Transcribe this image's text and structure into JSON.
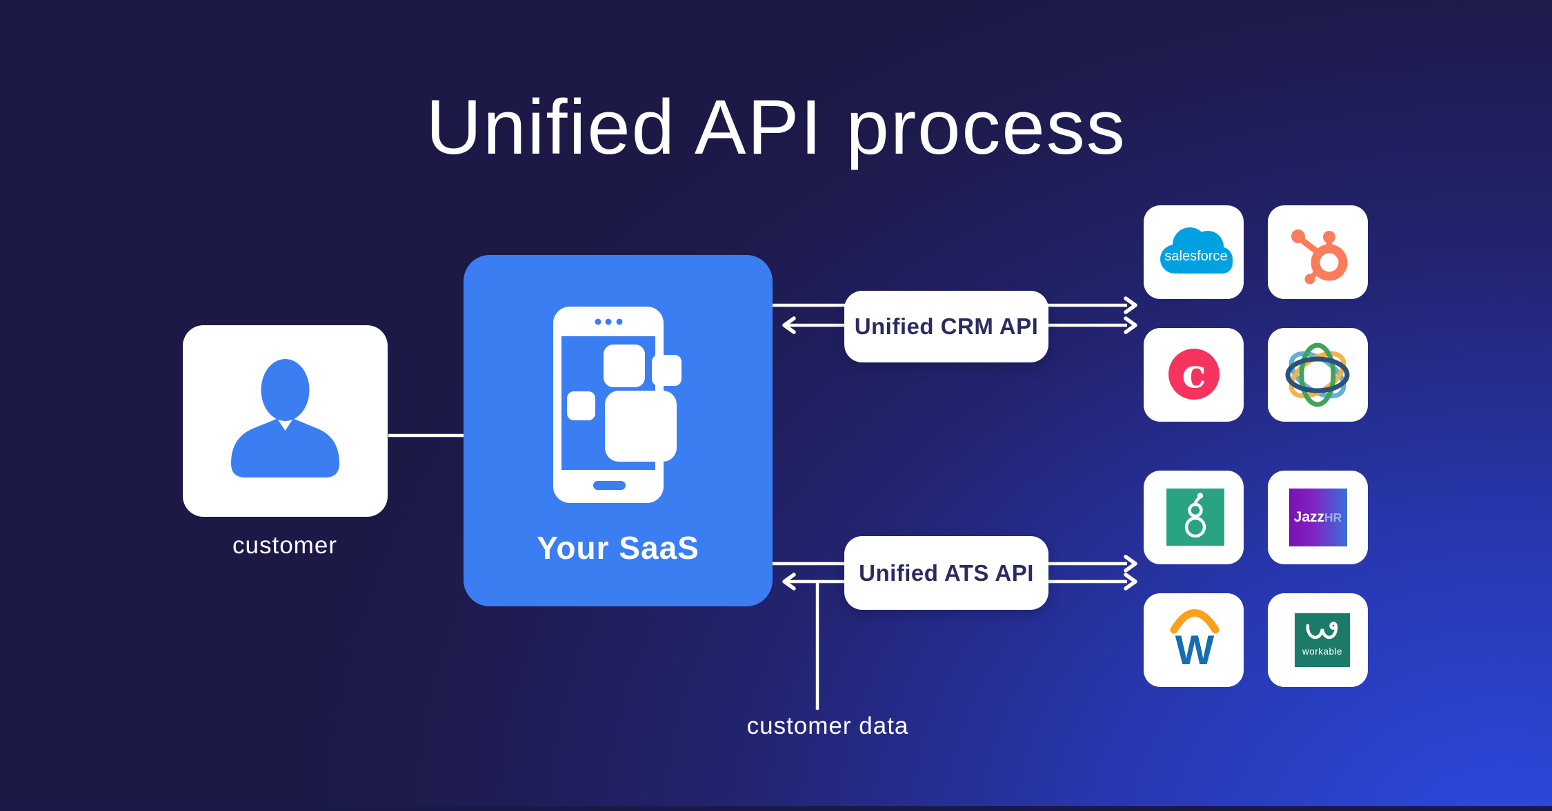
{
  "title": "Unified API process",
  "customer": {
    "label": "customer"
  },
  "saas": {
    "label": "Your SaaS"
  },
  "pills": {
    "crm": "Unified CRM API",
    "ats": "Unified ATS API"
  },
  "flow": {
    "customer_data": "customer data"
  },
  "colors": {
    "background_dark": "#1c1947",
    "background_bright": "#2b4ae0",
    "saas_blue": "#3b7ef2",
    "pill_text_navy": "#2a2c60",
    "salesforce_blue": "#00a1e0",
    "hubspot_orange": "#f97c5c",
    "copper_pink": "#f5335f",
    "close_green": "#3fa458",
    "close_yellow": "#f2b34c",
    "close_lightblue": "#64aed8",
    "close_navy": "#2b5278",
    "greenhouse_green": "#29a383",
    "jazzhr_purple": "#7a10b5",
    "jazzhr_blue": "#3a6fd8",
    "workday_blue": "#166db3",
    "workday_orange": "#f9a11b",
    "workable_teal": "#1b7a68"
  },
  "integrations": {
    "crm": [
      {
        "name": "Salesforce",
        "wordmark": "salesforce"
      },
      {
        "name": "HubSpot"
      },
      {
        "name": "Copper",
        "glyph": "c"
      },
      {
        "name": "Close"
      }
    ],
    "ats": [
      {
        "name": "Greenhouse"
      },
      {
        "name": "JazzHR",
        "wordmark_main": "Jazz",
        "wordmark_sub": "HR"
      },
      {
        "name": "Workday",
        "glyph": "W"
      },
      {
        "name": "Workable",
        "wordmark": "workable"
      }
    ]
  }
}
